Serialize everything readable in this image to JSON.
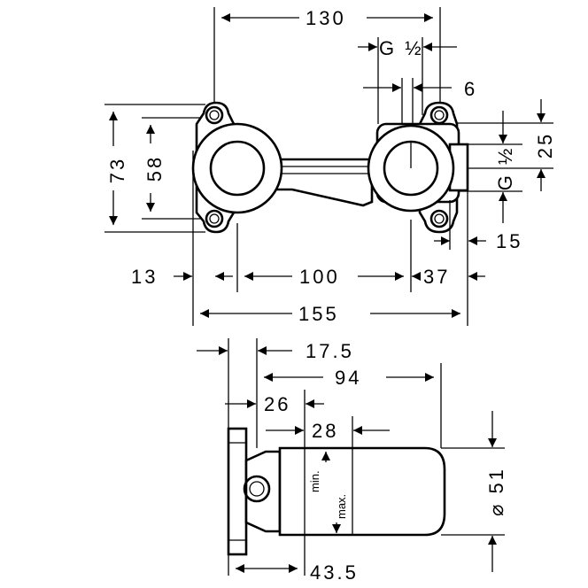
{
  "dimensions": {
    "d130": "130",
    "g_half_top": "G ½",
    "d6": "6",
    "d73": "73",
    "d58": "58",
    "d25": "25",
    "g_half_right": "G ½",
    "d15": "15",
    "d13": "13",
    "d100": "100",
    "d37": "37",
    "d155": "155",
    "d17_5": "17.5",
    "d94": "94",
    "d26": "26",
    "d28": "28",
    "d51": "⌀ 51",
    "d43_5": "43.5"
  },
  "labels": {
    "min": "min.",
    "max": "max."
  }
}
